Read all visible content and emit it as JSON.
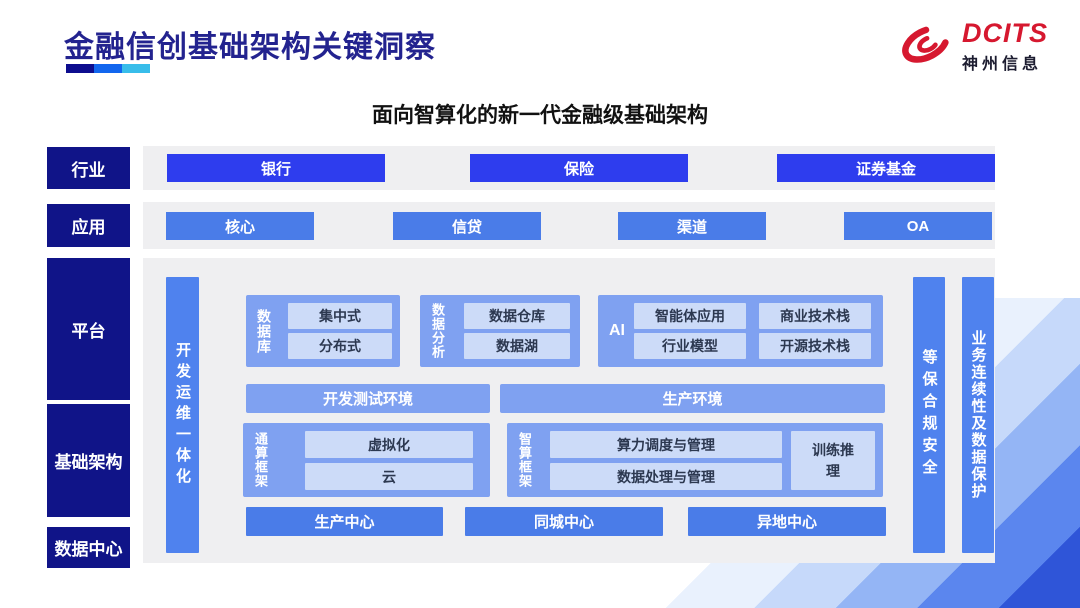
{
  "slide_title": "金融信创基础架构关键洞察",
  "diagram_title": "面向智算化的新一代金融级基础架构",
  "logo": {
    "brand": "DCITS",
    "company": "神州信息",
    "brand_color": "#d6182f"
  },
  "accent_underline": {
    "seg1": "#0d0d8e",
    "seg2": "#1266ee",
    "seg3": "#38bdea"
  },
  "colors": {
    "left_label_navy": "#101488",
    "industry_blue": "#2e3dee",
    "application_blue": "#4a7ce8",
    "vertical_bar_blue": "#4f82ee",
    "container_blue": "#7fa1f1",
    "inner_box_blue": "#ccdbf8",
    "panel_gray": "#efeff1",
    "title_navy": "#23238f"
  },
  "left_labels": [
    "行业",
    "应用",
    "平台",
    "基础架构",
    "数据中心"
  ],
  "industry": {
    "items": [
      "银行",
      "保险",
      "证券基金"
    ]
  },
  "application": {
    "items": [
      "核心",
      "信贷",
      "渠道",
      "OA"
    ]
  },
  "platform": {
    "devops_bar": "开发运维一体化",
    "database": {
      "label": "数据库",
      "items": [
        "集中式",
        "分布式"
      ]
    },
    "analytics": {
      "label": "数据分析",
      "items": [
        "数据仓库",
        "数据湖"
      ]
    },
    "ai": {
      "label": "AI",
      "items": [
        "智能体应用",
        "商业技术栈",
        "行业模型",
        "开源技术栈"
      ]
    },
    "environments": [
      "开发测试环境",
      "生产环境"
    ],
    "general_compute": {
      "label": "通算框架",
      "items": [
        "虚拟化",
        "云"
      ]
    },
    "intelligent_compute": {
      "label": "智算框架",
      "items": [
        "算力调度与管理",
        "数据处理与管理"
      ],
      "side_item": "训练推理"
    },
    "data_centers": [
      "生产中心",
      "同城中心",
      "异地中心"
    ],
    "security_bar": "等保合规安全",
    "continuity_bar": "业务连续性及数据保护"
  }
}
